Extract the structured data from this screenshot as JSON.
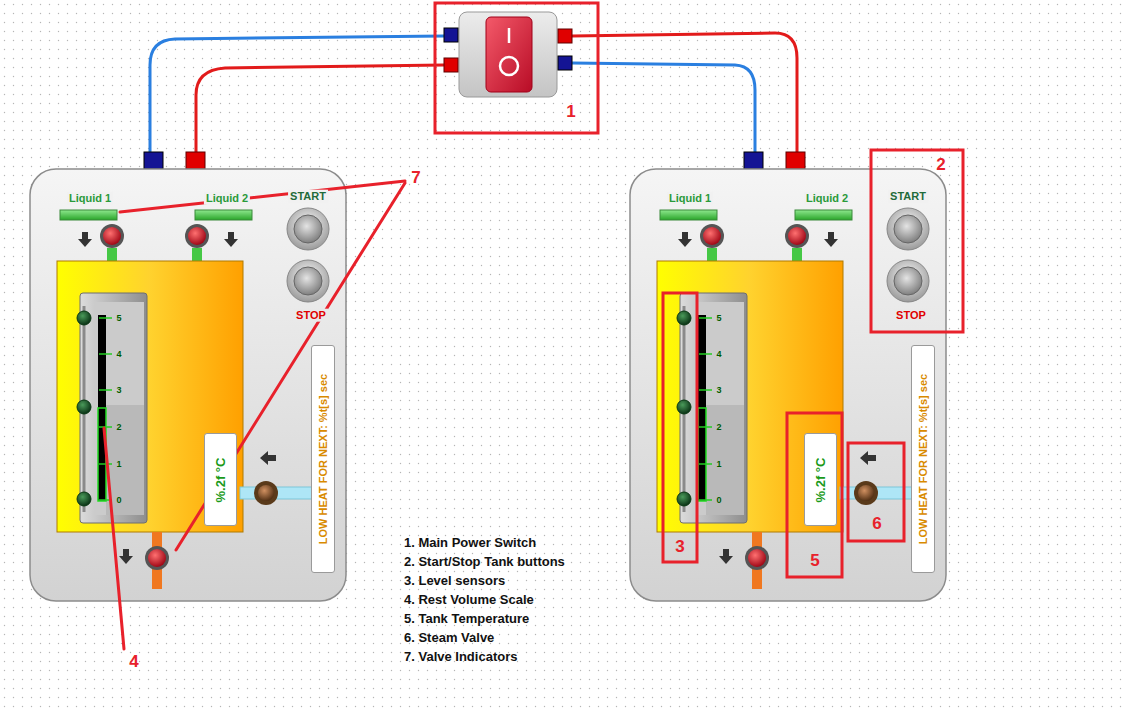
{
  "diagram": {
    "nodes": [
      {
        "text": [
          "Liquid 1",
          "Liquid 2",
          "START",
          "STOP"
        ]
      },
      {
        "text": [
          "5",
          "4",
          "3",
          "2",
          "1",
          "0"
        ],
        "in": 0
      },
      {
        "text": [
          "%.2f °C"
        ],
        "in": 0
      },
      {
        "text": [
          "LOW HEAT FOR NEXT: %t[s] sec"
        ],
        "in": 0
      },
      {
        "text": [
          "Liquid 1",
          "Liquid 2",
          "START",
          "STOP"
        ]
      },
      {
        "text": [
          "5",
          "4",
          "3",
          "2",
          "1",
          "0"
        ],
        "in": 4
      },
      {
        "text": [
          "%.2f °C"
        ],
        "in": 4
      },
      {
        "text": [
          "LOW HEAT FOR NEXT: %t[s] sec"
        ],
        "in": 4
      }
    ],
    "labels": [
      "1",
      "2",
      "3",
      "4",
      "5",
      "6",
      "7",
      "1. Main Power Switch",
      "2. Start/Stop Tank buttons",
      "3. Level sensors",
      "4. Rest Volume Scale",
      "5. Tank Temperature",
      "6. Steam Valve",
      "7. Valve Indicators"
    ]
  }
}
